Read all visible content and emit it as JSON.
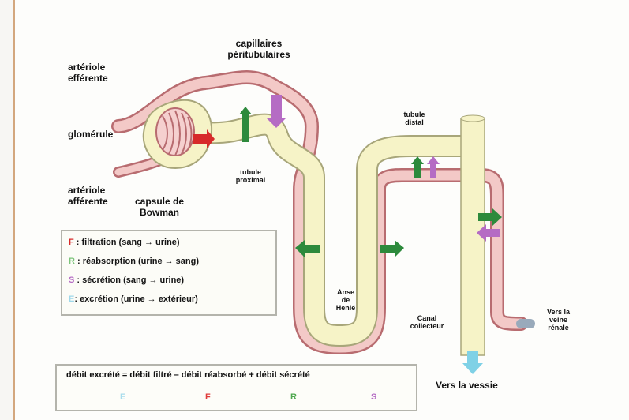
{
  "labels": {
    "arteriole_efferente_1": "artériole",
    "arteriole_efferente_2": "efférente",
    "glomerule": "glomérule",
    "arteriole_afferente_1": "artériole",
    "arteriole_afferente_2": "afférente",
    "capsule_1": "capsule de",
    "capsule_2": "Bowman",
    "capillaires_1": "capillaires",
    "capillaires_2": "péritubulaires",
    "tubule_proximal_1": "tubule",
    "tubule_proximal_2": "proximal",
    "tubule_distal_1": "tubule",
    "tubule_distal_2": "distal",
    "anse_1": "Anse",
    "anse_2": "de",
    "anse_3": "Henlé",
    "canal_1": "Canal",
    "canal_2": "collecteur",
    "veine_1": "Vers la",
    "veine_2": "veine",
    "veine_3": "rénale",
    "vessie": "Vers la vessie"
  },
  "legend": [
    {
      "key": "F",
      "text": " : filtration (sang → urine)"
    },
    {
      "key": "R",
      "text": " : réabsorption (urine → sang)"
    },
    {
      "key": "S",
      "text": " : sécrétion (sang → urine)"
    },
    {
      "key": "E",
      "text": ": excrétion (urine → extérieur)"
    }
  ],
  "formula": {
    "text": "débit excrété = débit filtré – débit réabsorbé + débit sécrété",
    "letters": [
      "E",
      "F",
      "R",
      "S"
    ]
  },
  "colors": {
    "filtration": "#d72a2a",
    "reabsorption": "#2d8a3c",
    "secretion": "#b56cc4",
    "excretion": "#7fd1e6",
    "vessel": "#f3c9c7",
    "tubule": "#f6f3c7"
  }
}
